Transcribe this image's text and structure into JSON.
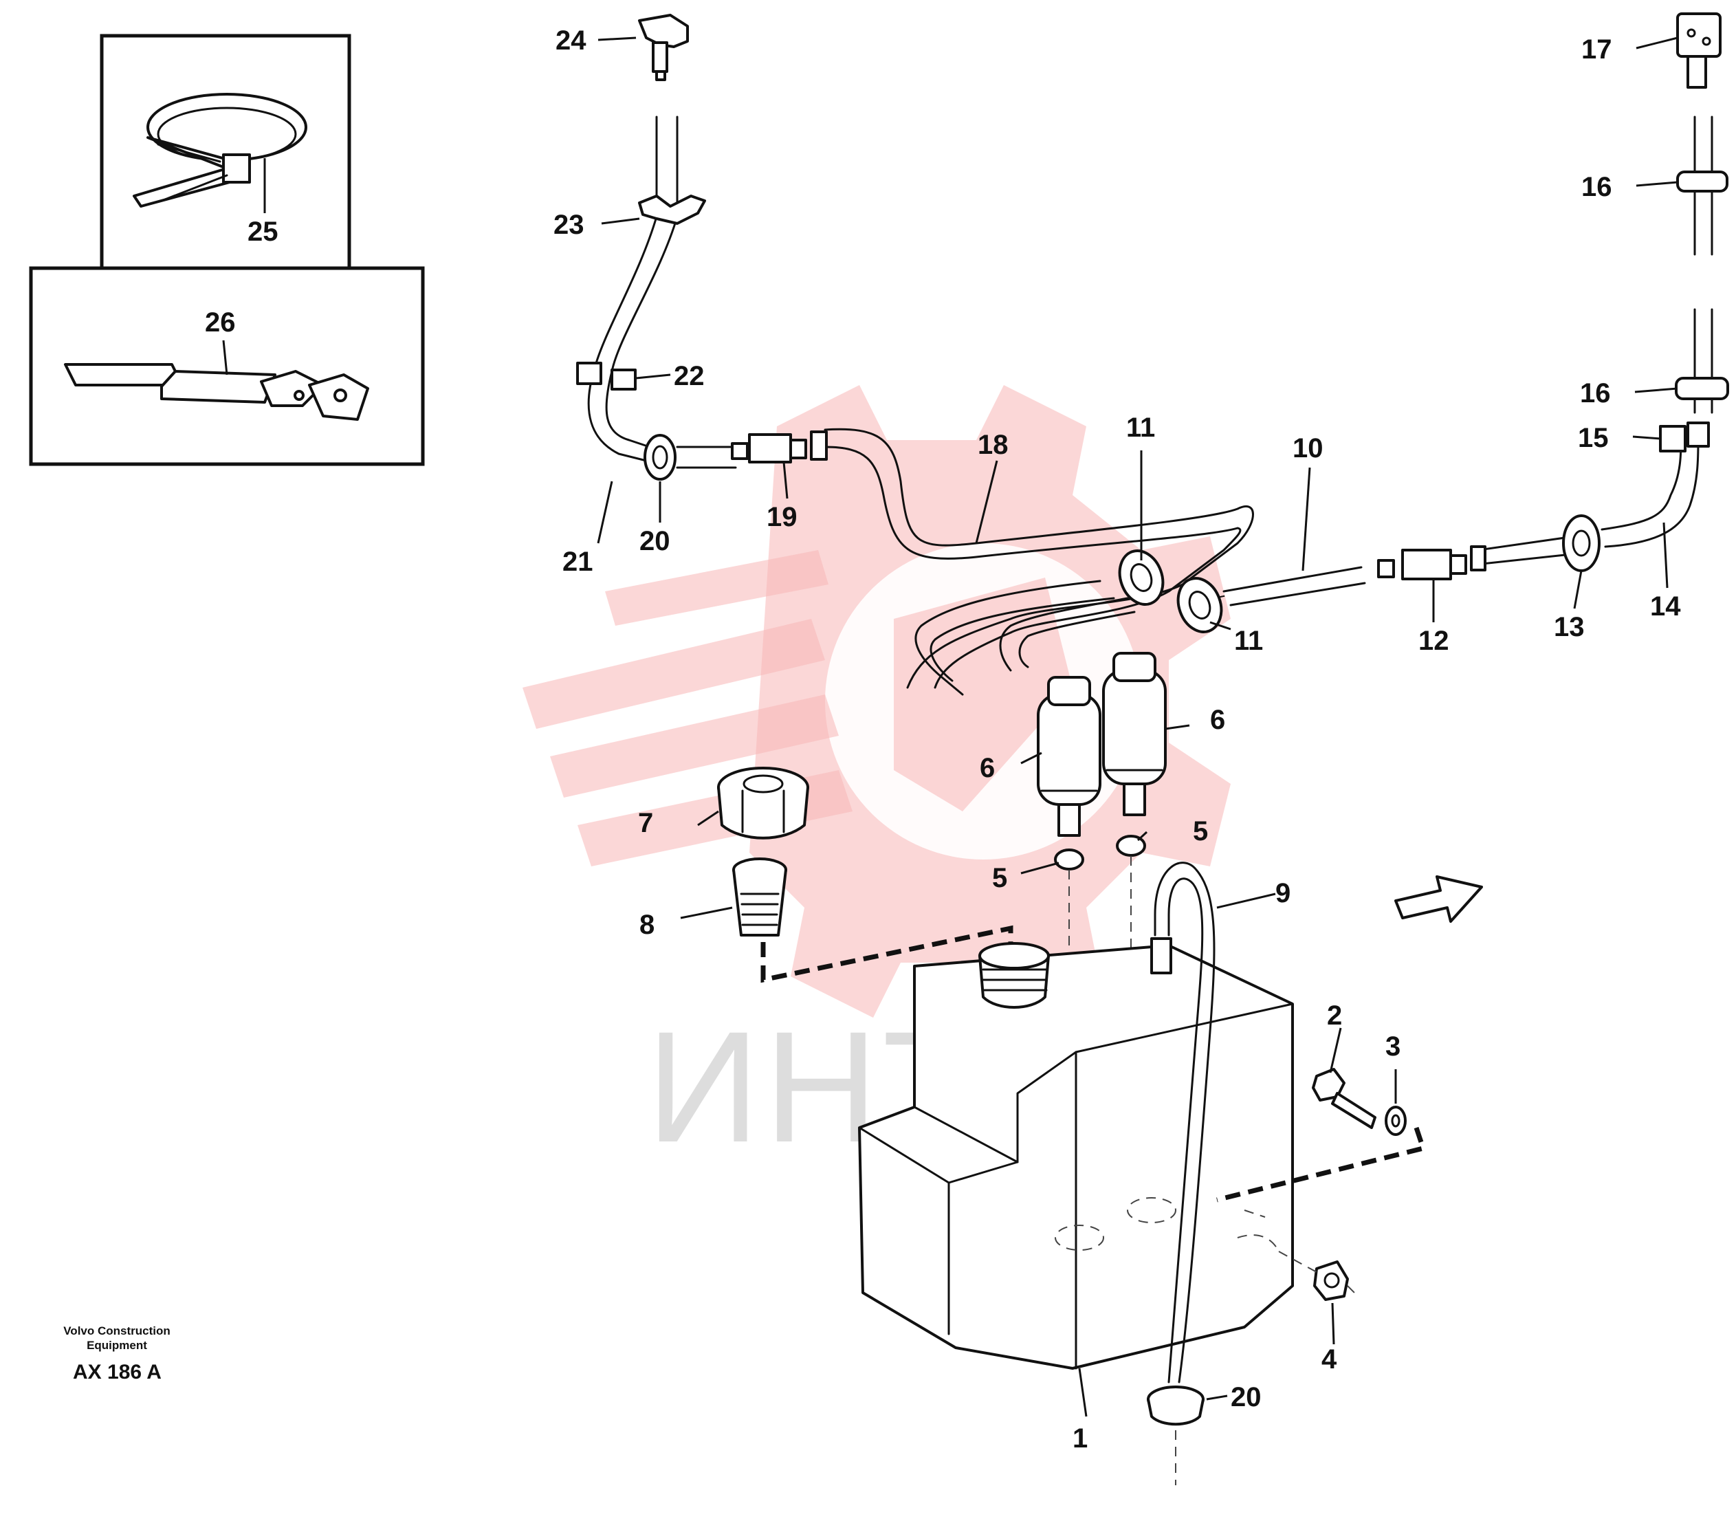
{
  "watermark": {
    "text": "ИНТЕХ",
    "color": "#f7b7b7"
  },
  "footer": {
    "company": "Volvo Construction Equipment",
    "drawing_code": "AX 186 A"
  },
  "callouts": [
    {
      "id": "c1",
      "label": "1"
    },
    {
      "id": "c2",
      "label": "2"
    },
    {
      "id": "c3",
      "label": "3"
    },
    {
      "id": "c4",
      "label": "4"
    },
    {
      "id": "c5a",
      "label": "5"
    },
    {
      "id": "c5b",
      "label": "5"
    },
    {
      "id": "c6a",
      "label": "6"
    },
    {
      "id": "c6b",
      "label": "6"
    },
    {
      "id": "c7",
      "label": "7"
    },
    {
      "id": "c8",
      "label": "8"
    },
    {
      "id": "c9",
      "label": "9"
    },
    {
      "id": "c10",
      "label": "10"
    },
    {
      "id": "c11a",
      "label": "11"
    },
    {
      "id": "c11b",
      "label": "11"
    },
    {
      "id": "c12",
      "label": "12"
    },
    {
      "id": "c13",
      "label": "13"
    },
    {
      "id": "c14",
      "label": "14"
    },
    {
      "id": "c15",
      "label": "15"
    },
    {
      "id": "c16a",
      "label": "16"
    },
    {
      "id": "c16b",
      "label": "16"
    },
    {
      "id": "c17",
      "label": "17"
    },
    {
      "id": "c18",
      "label": "18"
    },
    {
      "id": "c19",
      "label": "19"
    },
    {
      "id": "c20a",
      "label": "20"
    },
    {
      "id": "c20b",
      "label": "20"
    },
    {
      "id": "c21",
      "label": "21"
    },
    {
      "id": "c22",
      "label": "22"
    },
    {
      "id": "c23",
      "label": "23"
    },
    {
      "id": "c24",
      "label": "24"
    },
    {
      "id": "c25",
      "label": "25"
    },
    {
      "id": "c26",
      "label": "26"
    }
  ]
}
